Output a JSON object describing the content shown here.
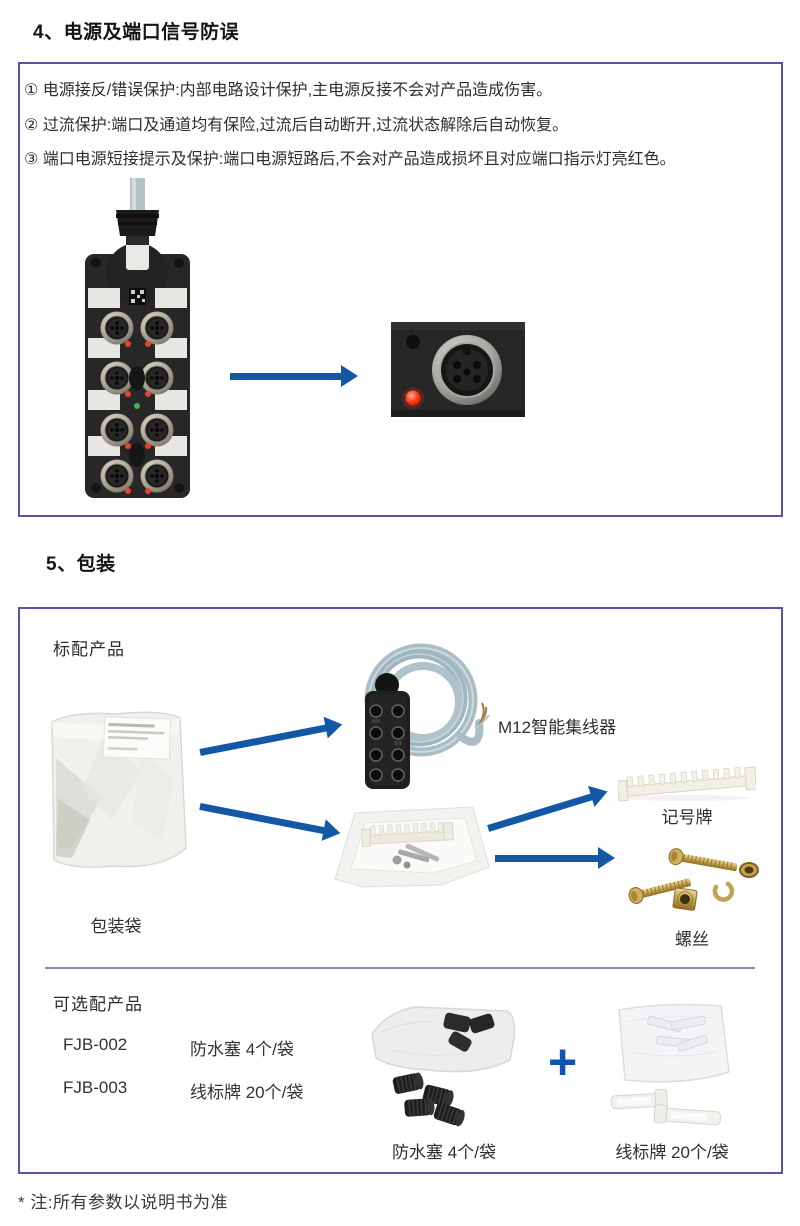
{
  "page": {
    "footer_note": "* 注:所有参数以说明书为准"
  },
  "colors": {
    "box_border": "#5a53a4",
    "divider": "#8d87c0",
    "arrow_blue": "#1358a6",
    "plus_blue": "#1053b5",
    "port_led_red": "#e8432b",
    "hub_led_green": "#44b54f",
    "screw_brass": "#c3a155",
    "cable_grey": "#a9bdc6"
  },
  "icons": {
    "flow_arrow": "right-arrow-solid",
    "plus_sign": "+"
  },
  "section4": {
    "title": "4、电源及端口信号防误",
    "points": [
      "① 电源接反/错误保护:内部电路设计保护,主电源反接不会对产品造成伤害。",
      "② 过流保护:端口及通道均有保险,过流后自动断开,过流状态解除后自动恢复。",
      "③ 端口电源短接提示及保护:端口电源短路后,不会对产品造成损坏且对应端口指示灯亮红色。"
    ]
  },
  "section5": {
    "title": "5、包装",
    "standard": {
      "heading": "标配产品",
      "bag_caption": "包装袋",
      "hub_caption": "M12智能集线器",
      "marker_caption": "记号牌",
      "screw_caption": "螺丝"
    },
    "optional": {
      "heading": "可选配产品",
      "rows": [
        {
          "model": "FJB-002",
          "desc": "防水塞 4个/袋"
        },
        {
          "model": "FJB-003",
          "desc": "线标牌 20个/袋"
        }
      ],
      "plus": "+",
      "plug_caption": "防水塞 4个/袋",
      "wiretag_caption": "线标牌 20个/袋"
    }
  }
}
